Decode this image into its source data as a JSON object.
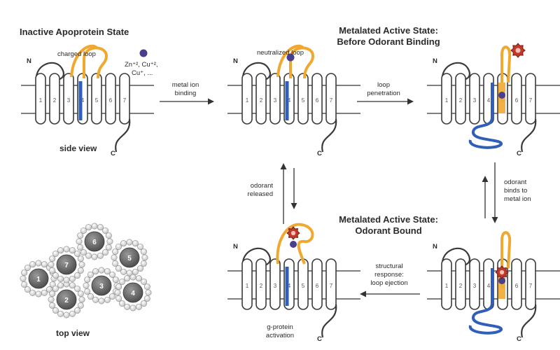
{
  "titles": {
    "inactive": "Inactive Apoprotein State",
    "metalated_before_1": "Metalated Active State:",
    "metalated_before_2": "Before Odorant Binding",
    "metalated_bound_1": "Metalated Active State:",
    "metalated_bound_2": "Odorant Bound"
  },
  "labels": {
    "charged_loop": "charged loop",
    "metal_ions_1": "Zn⁺², Cu⁺²,",
    "metal_ions_2": "Cu⁺, ...",
    "neutralized_loop": "neutralized loop",
    "side_view": "side view",
    "top_view": "top view",
    "n_terminus": "N",
    "c_terminus": "C",
    "g_protein_1": "g-protein",
    "g_protein_2": "activation"
  },
  "arrows": {
    "metal_binding": [
      "metal ion",
      "binding"
    ],
    "loop_penetration": [
      "loop",
      "penetration"
    ],
    "odorant_binds": [
      "odorant",
      "binds to",
      "metal ion"
    ],
    "odorant_released": [
      "odorant",
      "released"
    ],
    "structural_response": [
      "structural",
      "response:",
      "loop ejection"
    ]
  },
  "helix_numbers": [
    "1",
    "2",
    "3",
    "4",
    "5",
    "6",
    "7"
  ],
  "top_view_helices": [
    "1",
    "2",
    "3",
    "4",
    "5",
    "6",
    "7"
  ],
  "colors": {
    "loop_orange": "#f0a830",
    "loop_blue": "#2f5fb8",
    "helix_gray": "#7a7a7a",
    "metal_purple": "#4a3f8c",
    "odorant_red": "#c0392b",
    "membrane_line": "#333333"
  }
}
